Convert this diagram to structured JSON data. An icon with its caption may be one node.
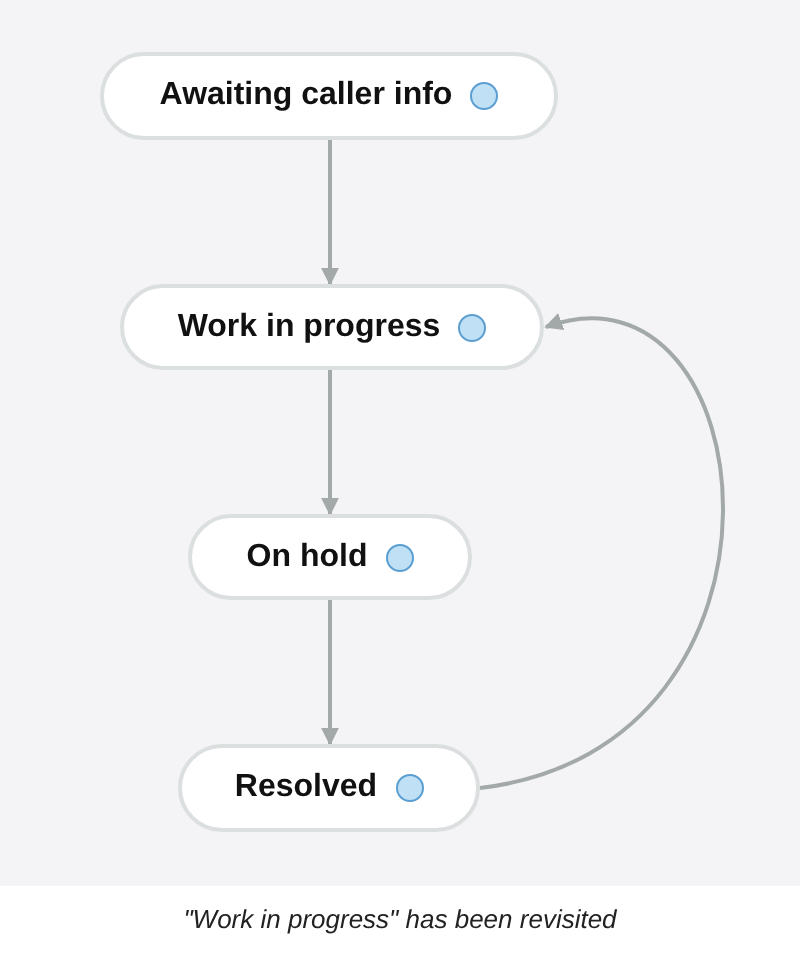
{
  "diagram": {
    "caption": "\"Work in progress\" has been revisited",
    "nodes": [
      {
        "text": [
          "Awaiting caller info"
        ]
      },
      {
        "text": [
          "Work in progress"
        ]
      },
      {
        "text": [
          "On hold"
        ]
      },
      {
        "text": [
          "Resolved"
        ]
      }
    ],
    "edges": [
      {
        "from": 0,
        "to": 1,
        "arrow": "to"
      },
      {
        "from": 1,
        "to": 2,
        "arrow": "to"
      },
      {
        "from": 2,
        "to": 3,
        "arrow": "to"
      },
      {
        "from": 3,
        "to": 1,
        "arrow": "to"
      }
    ]
  }
}
